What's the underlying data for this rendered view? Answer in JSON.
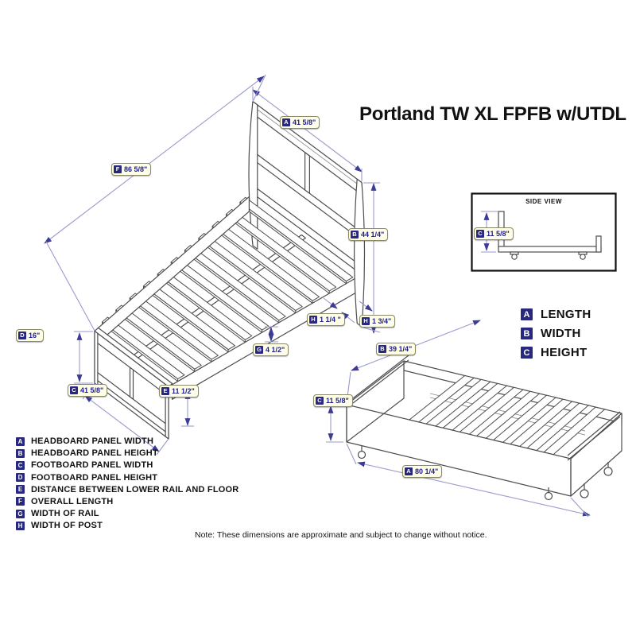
{
  "title": "Portland TW XL FPFB w/UTDL",
  "side_view": {
    "label": "SIDE VIEW",
    "dim": {
      "letter": "C",
      "value": "11 5/8\""
    }
  },
  "dims": {
    "bed_a": {
      "letter": "A",
      "value": "41 5/8\""
    },
    "bed_f": {
      "letter": "F",
      "value": "86 5/8\""
    },
    "bed_b": {
      "letter": "B",
      "value": "44 1/4\""
    },
    "bed_h1": {
      "letter": "H",
      "value": "1 1/4 \""
    },
    "bed_h2": {
      "letter": "H",
      "value": "1 3/4\""
    },
    "bed_d": {
      "letter": "D",
      "value": "16\""
    },
    "bed_g": {
      "letter": "G",
      "value": "4 1/2\""
    },
    "bed_c": {
      "letter": "C",
      "value": "41 5/8\""
    },
    "bed_e": {
      "letter": "E",
      "value": "11 1/2\""
    },
    "trundle_b": {
      "letter": "B",
      "value": "39 1/4\""
    },
    "trundle_c": {
      "letter": "C",
      "value": "11 5/8\""
    },
    "trundle_a": {
      "letter": "A",
      "value": "80 1/4\""
    }
  },
  "abc_legend": [
    {
      "letter": "A",
      "label": "LENGTH"
    },
    {
      "letter": "B",
      "label": "WIDTH"
    },
    {
      "letter": "C",
      "label": "HEIGHT"
    }
  ],
  "letter_legend": [
    {
      "letter": "A",
      "label": "HEADBOARD PANEL WIDTH"
    },
    {
      "letter": "B",
      "label": "HEADBOARD PANEL HEIGHT"
    },
    {
      "letter": "C",
      "label": "FOOTBOARD PANEL WIDTH"
    },
    {
      "letter": "D",
      "label": "FOOTBOARD PANEL HEIGHT"
    },
    {
      "letter": "E",
      "label": "DISTANCE BETWEEN LOWER RAIL AND FLOOR"
    },
    {
      "letter": "F",
      "label": "OVERALL LENGTH"
    },
    {
      "letter": "G",
      "label": "WIDTH OF RAIL"
    },
    {
      "letter": "H",
      "label": "WIDTH OF POST"
    }
  ],
  "note": "Note:  These dimensions are approximate and subject to change without notice.",
  "colors": {
    "badge": "#28287E",
    "dim_line": "#9A9ACE",
    "dim_arrow": "#3C3C96",
    "dim_text": "#1E1E8F",
    "line_art": "#4D4D4D",
    "label_bg": "#FEFDE8"
  }
}
